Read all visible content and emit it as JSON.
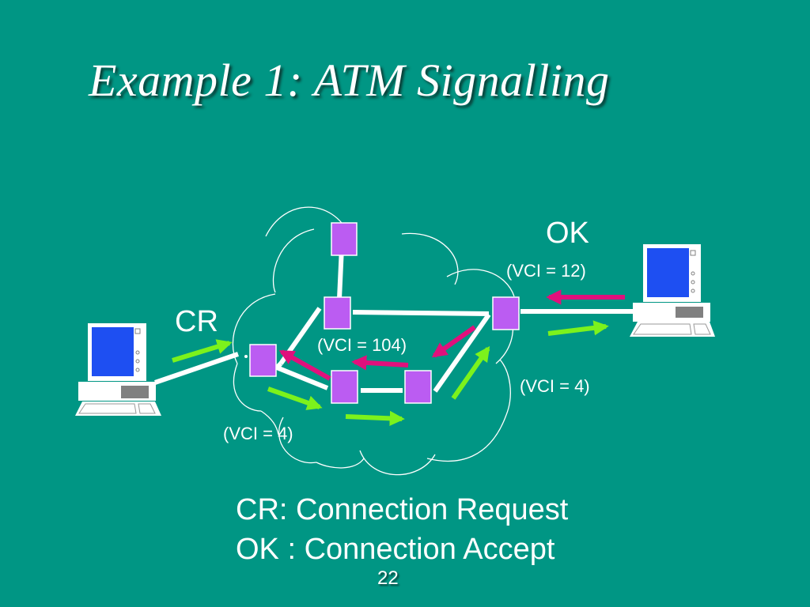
{
  "slide": {
    "title": "Example 1: ATM Signalling",
    "page_number": "22",
    "colors": {
      "background": "#009684",
      "switch_fill": "#bb5cf2",
      "link": "#ffffff",
      "request_arrow": "#7cf21c",
      "accept_arrow": "#e0107c",
      "monitor_screen": "#1e4ff2",
      "keyboard_panel": "#808080"
    }
  },
  "diagram": {
    "labels": {
      "cr": "CR",
      "ok": "OK",
      "vci_12": "(VCI = 12)",
      "vci_104": "(VCI = 104)",
      "vci_4_right": "(VCI = 4)",
      "vci_4_left": "(VCI = 4)"
    },
    "nodes": [
      {
        "id": "host-left",
        "type": "computer"
      },
      {
        "id": "host-right",
        "type": "computer"
      },
      {
        "id": "switch-top",
        "type": "atm-switch"
      },
      {
        "id": "switch-upper-mid",
        "type": "atm-switch"
      },
      {
        "id": "switch-left",
        "type": "atm-switch"
      },
      {
        "id": "switch-bottom-left",
        "type": "atm-switch"
      },
      {
        "id": "switch-bottom-right",
        "type": "atm-switch"
      },
      {
        "id": "switch-right",
        "type": "atm-switch"
      }
    ],
    "links": [
      [
        "host-left",
        "switch-left"
      ],
      [
        "switch-left",
        "switch-upper-mid"
      ],
      [
        "switch-left",
        "switch-bottom-left"
      ],
      [
        "switch-top",
        "switch-upper-mid"
      ],
      [
        "switch-upper-mid",
        "switch-right"
      ],
      [
        "switch-bottom-left",
        "switch-bottom-right"
      ],
      [
        "switch-bottom-right",
        "switch-right"
      ],
      [
        "switch-right",
        "host-right"
      ]
    ],
    "request_path": [
      "host-left",
      "switch-left",
      "switch-bottom-left",
      "switch-bottom-right",
      "switch-right",
      "host-right"
    ],
    "accept_path": [
      "host-right",
      "switch-right",
      "switch-bottom-right",
      "switch-bottom-left",
      "switch-left"
    ]
  },
  "legend": {
    "line1": "CR: Connection Request",
    "line2": "OK : Connection Accept"
  }
}
